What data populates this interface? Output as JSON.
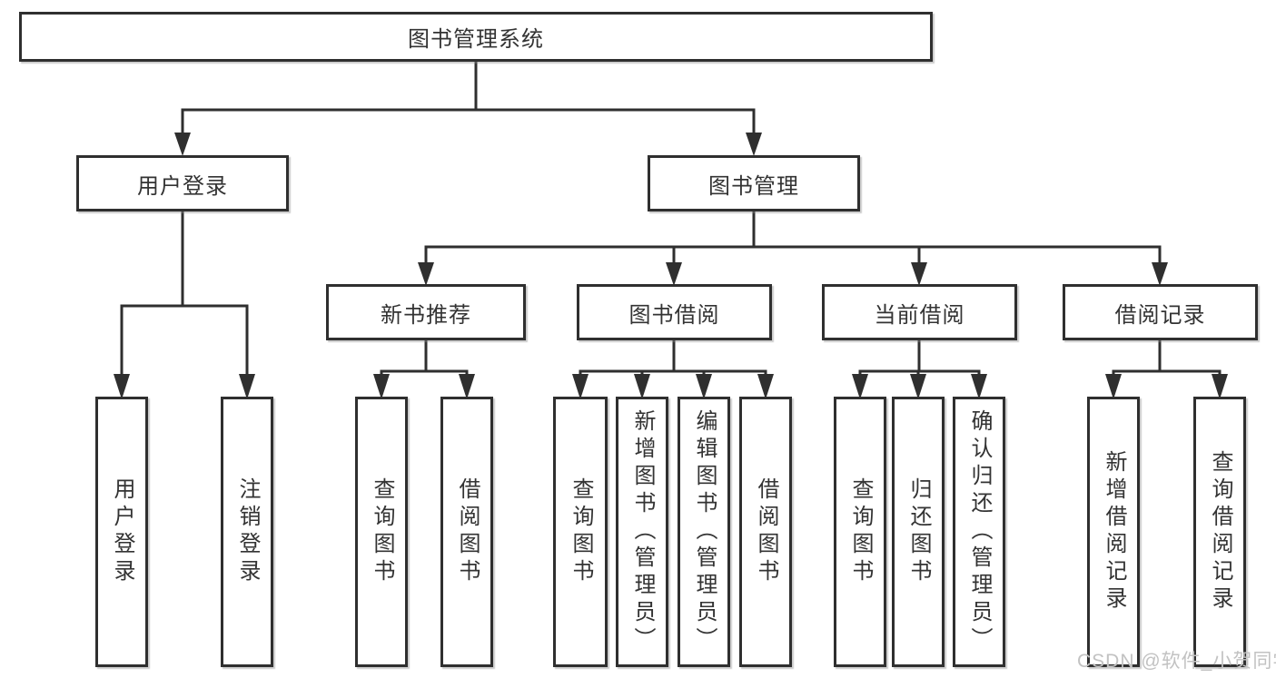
{
  "diagram": {
    "title": "图书管理系统",
    "tree": {
      "label": "图书管理系统",
      "children": [
        {
          "label": "用户登录",
          "children": [
            {
              "label": "用户登录"
            },
            {
              "label": "注销登录"
            }
          ]
        },
        {
          "label": "图书管理",
          "children": [
            {
              "label": "新书推荐",
              "children": [
                {
                  "label": "查询图书"
                },
                {
                  "label": "借阅图书"
                }
              ]
            },
            {
              "label": "图书借阅",
              "children": [
                {
                  "label": "查询图书"
                },
                {
                  "label": "新增图书（管理员）"
                },
                {
                  "label": "编辑图书（管理员）"
                },
                {
                  "label": "借阅图书"
                }
              ]
            },
            {
              "label": "当前借阅",
              "children": [
                {
                  "label": "查询图书"
                },
                {
                  "label": "归还图书"
                },
                {
                  "label": "确认归还（管理员）"
                }
              ]
            },
            {
              "label": "借阅记录",
              "children": [
                {
                  "label": "新增借阅记录"
                },
                {
                  "label": "查询借阅记录"
                }
              ]
            }
          ]
        }
      ]
    }
  },
  "watermark": {
    "text": "CSDN @软件_小贺同学",
    "color": "#c2c2c2"
  },
  "colors": {
    "line": "#2f2f2f",
    "box_border": "#2f2f2f",
    "box_fill": "#ffffff",
    "text": "#333333",
    "background": "#ffffff"
  }
}
